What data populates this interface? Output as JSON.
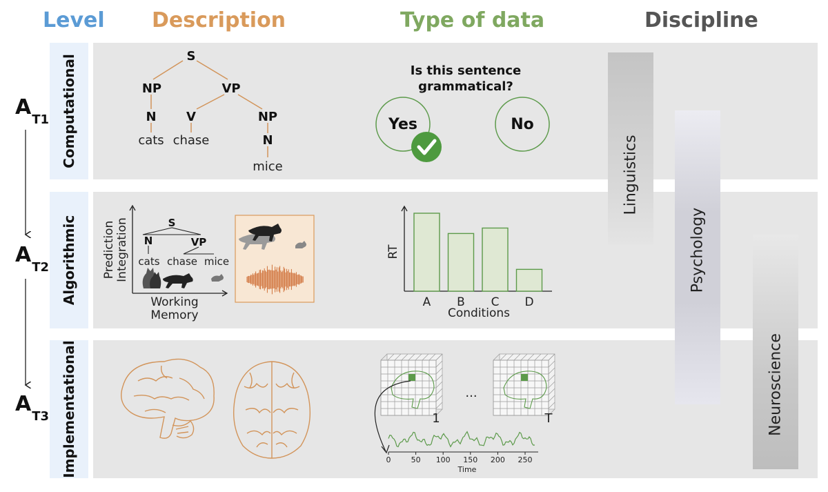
{
  "headers": {
    "level": "Level",
    "description": "Description",
    "type_of_data": "Type of data",
    "discipline": "Discipline"
  },
  "colors": {
    "level": "#5b9bd5",
    "description": "#d99a5b",
    "type_of_data": "#7fa860",
    "discipline": "#555555",
    "tree_lines": "#d2945a",
    "data_green": "#5c9a4a"
  },
  "levels": [
    {
      "label": "Computational",
      "a_main": "A",
      "a_sub": "T1"
    },
    {
      "label": "Algorithmic",
      "a_main": "A",
      "a_sub": "T2"
    },
    {
      "label": "Implementational",
      "a_main": "A",
      "a_sub": "T3"
    }
  ],
  "computational": {
    "tree": {
      "s": "S",
      "np": "NP",
      "vp": "VP",
      "n1": "N",
      "v": "V",
      "np2": "NP",
      "n2": "N",
      "w1": "cats",
      "w2": "chase",
      "w3": "mice"
    },
    "question_line1": "Is this sentence",
    "question_line2": "grammatical?",
    "yes": "Yes",
    "no": "No"
  },
  "algorithmic": {
    "y_axis_line1": "Prediction",
    "y_axis_line2": "Integration",
    "x_axis_line1": "Working",
    "x_axis_line2": "Memory",
    "tree": {
      "s": "S",
      "n": "N",
      "vp": "VP",
      "w1": "cats",
      "w2": "chase",
      "w3": "mice"
    },
    "bar_chart": {
      "ylabel": "RT",
      "xlabel": "Conditions",
      "categories": [
        "A",
        "B",
        "C",
        "D"
      ],
      "values": [
        1.0,
        0.74,
        0.81,
        0.28
      ]
    }
  },
  "implementational": {
    "vol_first": "1",
    "vol_dots": "...",
    "vol_last": "T",
    "timeseries": {
      "xlabel": "Time",
      "ticks": [
        "0",
        "50",
        "100",
        "150",
        "200",
        "250"
      ]
    }
  },
  "disciplines": [
    "Linguistics",
    "Psychology",
    "Neuroscience"
  ]
}
